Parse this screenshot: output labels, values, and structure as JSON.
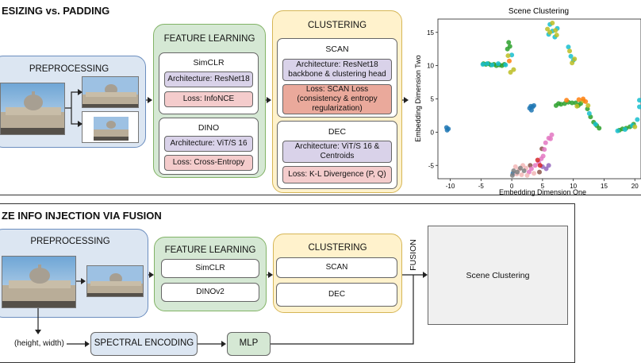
{
  "top_panel": {
    "title": "ESIZING vs. PADDING",
    "preprocessing": {
      "title": "PREPROCESSING"
    },
    "feature_learning": {
      "title": "FEATURE LEARNING",
      "simclr": {
        "name": "SimCLR",
        "architecture": "Architecture: ResNet18",
        "loss": "Loss: InfoNCE"
      },
      "dino": {
        "name": "DINO",
        "architecture": "Architecture: ViT/S 16",
        "loss": "Loss: Cross-Entropy"
      }
    },
    "clustering": {
      "title": "CLUSTERING",
      "scan": {
        "name": "SCAN",
        "architecture": "Architecture: ResNet18 backbone & clustering head",
        "loss": "Loss: SCAN Loss (consistency & entropy regularization)"
      },
      "dec": {
        "name": "DEC",
        "architecture": "Architecture: ViT/S 16 & Centroids",
        "loss": "Loss: K-L Divergence (P, Q)"
      }
    }
  },
  "chart_data": {
    "type": "scatter",
    "title": "Scene Clustering",
    "xlabel": "Embedding Dimension One",
    "ylabel": "Embedding Dimension Two",
    "xlim": [
      -12,
      21
    ],
    "ylim": [
      -7,
      17
    ],
    "xticks": [
      -10,
      -5,
      0,
      5,
      10,
      15,
      20
    ],
    "yticks": [
      -5,
      0,
      5,
      10,
      15
    ],
    "grid": false,
    "series": [
      {
        "color": "#2ca02c",
        "points": [
          [
            -4.6,
            10.3
          ],
          [
            -4.2,
            10.2
          ],
          [
            -3.8,
            10.3
          ],
          [
            -3.4,
            10.1
          ],
          [
            -2.9,
            10.2
          ],
          [
            -2.5,
            10.0
          ],
          [
            -2.0,
            10.1
          ],
          [
            -1.6,
            10.0
          ],
          [
            -1.2,
            10.2
          ],
          [
            -0.7,
            12.5
          ],
          [
            -0.5,
            13.5
          ],
          [
            -0.3,
            12.9
          ],
          [
            8.0,
            4.2
          ],
          [
            8.6,
            4.3
          ],
          [
            9.2,
            4.5
          ],
          [
            9.8,
            4.4
          ],
          [
            10.4,
            4.4
          ],
          [
            10.8,
            4.0
          ],
          [
            11.2,
            4.3
          ],
          [
            7.2,
            4.0
          ],
          [
            7.6,
            4.3
          ],
          [
            12.3,
            3.5
          ],
          [
            12.8,
            2.3
          ],
          [
            13.3,
            1.5
          ],
          [
            13.8,
            1.0
          ],
          [
            14.2,
            0.6
          ],
          [
            17.5,
            0.3
          ],
          [
            18.0,
            0.5
          ],
          [
            18.6,
            0.6
          ],
          [
            19.2,
            0.8
          ],
          [
            19.8,
            1.2
          ]
        ]
      },
      {
        "color": "#17becf",
        "points": [
          [
            -4.7,
            10.2
          ],
          [
            -4.0,
            10.3
          ],
          [
            -3.2,
            10.1
          ],
          [
            -2.2,
            10.3
          ],
          [
            -1.0,
            10.1
          ],
          [
            0.0,
            11.6
          ],
          [
            6.0,
            14.7
          ],
          [
            6.2,
            16.2
          ],
          [
            6.6,
            15.2
          ],
          [
            7.0,
            14.3
          ],
          [
            7.4,
            15.6
          ],
          [
            9.2,
            12.8
          ],
          [
            9.6,
            11.4
          ],
          [
            10.0,
            10.8
          ],
          [
            12.6,
            2.8
          ],
          [
            13.6,
            1.2
          ],
          [
            17.2,
            0.2
          ],
          [
            18.4,
            0.4
          ],
          [
            19.6,
            1.0
          ],
          [
            20.4,
            1.9
          ],
          [
            20.8,
            3.8
          ],
          [
            21.0,
            4.8
          ]
        ]
      },
      {
        "color": "#bcbd22",
        "points": [
          [
            5.8,
            15.5
          ],
          [
            6.2,
            15.0
          ],
          [
            6.6,
            16.4
          ],
          [
            7.1,
            15.3
          ],
          [
            7.3,
            14.6
          ],
          [
            9.4,
            12.2
          ],
          [
            9.8,
            10.4
          ],
          [
            10.2,
            11.0
          ],
          [
            10.6,
            3.9
          ],
          [
            11.6,
            4.7
          ],
          [
            12.4,
            4.0
          ],
          [
            20.0,
            0.8
          ],
          [
            -0.6,
            11.5
          ],
          [
            -0.2,
            9.0
          ],
          [
            0.3,
            9.4
          ]
        ]
      },
      {
        "color": "#1f77b4",
        "points": [
          [
            -10.6,
            0.7
          ],
          [
            -10.3,
            0.5
          ],
          [
            -10.5,
            0.3
          ],
          [
            2.9,
            3.6
          ],
          [
            3.1,
            3.9
          ],
          [
            3.4,
            3.8
          ],
          [
            3.6,
            4.0
          ],
          [
            3.2,
            3.3
          ],
          [
            0.2,
            -6.2
          ]
        ]
      },
      {
        "color": "#ff7f0e",
        "points": [
          [
            10.9,
            4.9
          ],
          [
            11.6,
            5.0
          ],
          [
            12.0,
            4.6
          ],
          [
            8.9,
            4.8
          ],
          [
            -0.4,
            10.7
          ]
        ]
      },
      {
        "color": "#8c564b",
        "points": [
          [
            3.0,
            -5.0
          ],
          [
            4.5,
            -6.0
          ],
          [
            4.9,
            -2.5
          ]
        ]
      },
      {
        "color": "#e377c2",
        "points": [
          [
            5.5,
            -1.6
          ],
          [
            5.3,
            -2.6
          ],
          [
            5.1,
            -3.6
          ],
          [
            4.8,
            -4.0
          ],
          [
            4.4,
            -4.6
          ],
          [
            3.8,
            -5.0
          ],
          [
            3.2,
            -5.5
          ],
          [
            2.8,
            -6.0
          ],
          [
            6.0,
            -0.9
          ],
          [
            6.5,
            -0.4
          ],
          [
            6.3,
            -1.0
          ]
        ]
      },
      {
        "color": "#f2b6b6",
        "points": [
          [
            0.6,
            -5.2
          ],
          [
            1.2,
            -5.6
          ],
          [
            1.8,
            -5.0
          ],
          [
            2.3,
            -5.4
          ],
          [
            0.8,
            -6.3
          ],
          [
            1.6,
            -6.4
          ],
          [
            2.5,
            -6.5
          ],
          [
            3.6,
            -6.2
          ]
        ]
      },
      {
        "color": "#7f7f7f",
        "points": [
          [
            0.3,
            -5.8
          ],
          [
            0.9,
            -6.0
          ],
          [
            1.4,
            -5.4
          ],
          [
            2.0,
            -5.8
          ],
          [
            0.1,
            -6.5
          ]
        ]
      },
      {
        "color": "#9467bd",
        "points": [
          [
            5.0,
            -5.2
          ],
          [
            5.6,
            -5.5
          ],
          [
            6.0,
            -5.0
          ]
        ]
      },
      {
        "color": "#d62728",
        "points": [
          [
            4.2,
            -4.2
          ],
          [
            4.6,
            -5.0
          ]
        ]
      }
    ]
  },
  "bottom_panel": {
    "title": "ZE INFO INJECTION VIA FUSION",
    "preprocessing": {
      "title": "PREPROCESSING"
    },
    "feature_learning": {
      "title": "FEATURE LEARNING",
      "items": [
        "SimCLR",
        "DINOv2"
      ]
    },
    "clustering": {
      "title": "CLUSTERING",
      "items": [
        "SCAN",
        "DEC"
      ]
    },
    "fusion_label": "FUSION",
    "output_label": "Scene Clustering",
    "size_input_label": "(height, width)",
    "spectral_label": "SPECTRAL ENCODING",
    "mlp_label": "MLP"
  }
}
